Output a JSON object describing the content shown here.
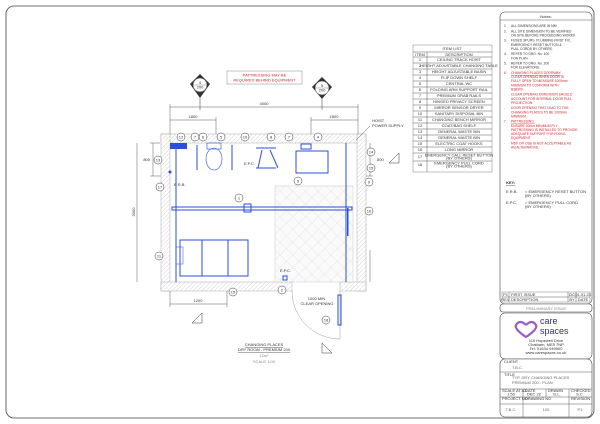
{
  "drawing": {
    "patressing_note": [
      "PATTRESSING MAY BE",
      "REQUIRED BEHIND EQUIPMENT"
    ],
    "elev_left": {
      "num": "4",
      "ref": "200"
    },
    "elev_right": {
      "num": "5",
      "ref": "200"
    },
    "dim_overall": "4000",
    "dim_left": "1800",
    "dim_right": "1800",
    "dim_height": "3000",
    "dim_left_small": "800",
    "dim_right_small": "800",
    "dim_bottom": "1200",
    "hoist_label": [
      "HOIST",
      "POWER SUPPLY"
    ],
    "door_label": [
      "1000 MIN.",
      "CLEAR OPENING"
    ],
    "erb_label": "E.R.B.",
    "epc_label": "E.P.C.",
    "title": [
      "CHANGING PLACES",
      "DRY ROOM - PREMIUM 200"
    ],
    "area": "12m²",
    "scale": "SCALE 1:00",
    "callouts": [
      "12",
      "7",
      "6",
      "5",
      "10",
      "8",
      "7",
      "4",
      "13",
      "3",
      "14",
      "15",
      "17",
      "1",
      "9",
      "16",
      "11",
      "15",
      "2",
      "18",
      "7"
    ]
  },
  "item_list": {
    "title": "ITEM LIST",
    "col_item": "ITEM",
    "col_desc": "DESCRIPTION",
    "rows": [
      [
        "1",
        "CEILING TRACK HOIST"
      ],
      [
        "2",
        "HEIGHT ADJUSTABLE CHANGING TABLE"
      ],
      [
        "3",
        "HEIGHT ADJUSTABLE BASIN"
      ],
      [
        "4",
        "FLIP DOWN SHELF"
      ],
      [
        "5",
        "CENTRAL WC"
      ],
      [
        "6",
        "FOLDING ARM SUPPORT RAIL"
      ],
      [
        "7",
        "PREMIUM GRAB RAILS"
      ],
      [
        "8",
        "HINGED PRIVACY SCREEN"
      ],
      [
        "9",
        "MIRROR SENSOR DRYER"
      ],
      [
        "10",
        "SANITARY DISPOSAL BIN"
      ],
      [
        "11",
        "CHANGING BENCH MIRROR"
      ],
      [
        "12",
        "COAT/BAG SHELF"
      ],
      [
        "13",
        "GENERAL WASTE BIN"
      ],
      [
        "14",
        "GENERAL WASTE BIN"
      ],
      [
        "15",
        "ELECTRIC COAT HOOKS"
      ],
      [
        "16",
        "LONG MIRROR"
      ],
      [
        "17",
        "EMERGENCY CALL RESET BUTTON (BY OTHERS)"
      ],
      [
        "18",
        "EMERGENCY PULL CORD (BY OTHERS)"
      ]
    ]
  },
  "notes": {
    "title": "Notes:",
    "items": [
      {
        "n": "1.",
        "lines": [
          "ALL DIMENSIONS ARE IN MM"
        ],
        "red": false
      },
      {
        "n": "2.",
        "lines": [
          "ALL SITE DIMENSION TO BE VERIFIED",
          "ON SITE BEFORE PROCEEDING WORKS"
        ],
        "red": false
      },
      {
        "n": "3.",
        "lines": [
          "FUSED SPURS, PLUMBING FIRST FIX,",
          "EMERGENCY RESET BUTTON &",
          "PULL CORDS BY OTHERS."
        ],
        "red": false
      },
      {
        "n": "4.",
        "lines": [
          "REFER TO DRG. No. 100",
          "FOR PLAN"
        ],
        "red": false
      },
      {
        "n": "5.",
        "lines": [
          "REFER TO DRG. No. 200",
          "FOR ELEVATIONS."
        ],
        "red": false
      },
      {
        "n": "6.",
        "lines": [
          "CHANGING PLACES DOORWAY:",
          "CLEAR OPENING WHEN DOOR IS",
          "FULLY OPEN TO MEASURE 1000mm",
          "MINIMUM TO CONFORM WITH",
          "BS8300."
        ],
        "red": true
      },
      {
        "n": "-",
        "lines": [
          "CLEAR OPENING DIMENSION SHOULD",
          "ACCOUNT FOR INTERNAL DOOR PULL",
          "PROJECTION."
        ],
        "red": true
      },
      {
        "n": "-",
        "lines": [
          "DOOR OPENING THAT LEAD TO THE",
          "CHANGING PLACES TO BE 1000mm",
          "MINIMUM."
        ],
        "red": true
      },
      {
        "n": "7.",
        "lines": [
          "PATTRESSING:",
          "ENSURE 20mm MINIMUM PLY",
          "PATTRESSING IS INSTALLED TO PROVIDE",
          "ADEQUATE SUPPORT FOR FIXING",
          "EQUIPMENT."
        ],
        "red": true
      },
      {
        "n": "-",
        "lines": [
          "MDF OR OSB IS NOT ACCEPTABLE AS",
          "AN ALTERNATIVE."
        ],
        "red": true
      }
    ],
    "key_title": "KEY:",
    "key": [
      {
        "code": "E.R.B.",
        "lines": [
          "= EMERGENCY RESET BUTTON",
          "(BY OTHERS)"
        ]
      },
      {
        "code": "E.P.C.",
        "lines": [
          "= EMERGENCY PULL CORD",
          "(BY OTHERS)"
        ]
      }
    ]
  },
  "revision": {
    "rev": "P1",
    "desc": "FIRST ISSUE",
    "by": "DC",
    "date": "01.01.23",
    "h_rev": "REV",
    "h_desc": "DESCRIPTION",
    "h_by": "BY",
    "h_date": "DATE"
  },
  "status": "PRELIMINARY ISSUE",
  "company": {
    "name_line1": "care",
    "name_line2": "spaces",
    "address": [
      "110 Hopewell Drive",
      "Chatham, ME5 7NP",
      "Tel: 01634 949900",
      "www.carespaces.co.uk"
    ],
    "brand_color": "#2c2f8f",
    "logo_color": "#9b57c8"
  },
  "title_block": {
    "client_label": "CLIENT",
    "client": "T.B.C.",
    "title_label": "TITLE",
    "title": [
      "TYP. DRY CHANGING PLACES",
      "PREMIUM 200 - PLAN"
    ],
    "scale_label": "SCALE AT A3",
    "scale": "1:50",
    "date_label": "DATE",
    "date": "DEC 22",
    "drawn_label": "DRAWN",
    "drawn": "D.L.",
    "checked_label": "CHECKED",
    "checked": "S.C.",
    "project_label": "PROJECT NO",
    "project": "T.B.C.",
    "drawing_label": "DRAWING NO",
    "drawing": "100",
    "revision_label": "REVISION",
    "revision": "P1"
  }
}
